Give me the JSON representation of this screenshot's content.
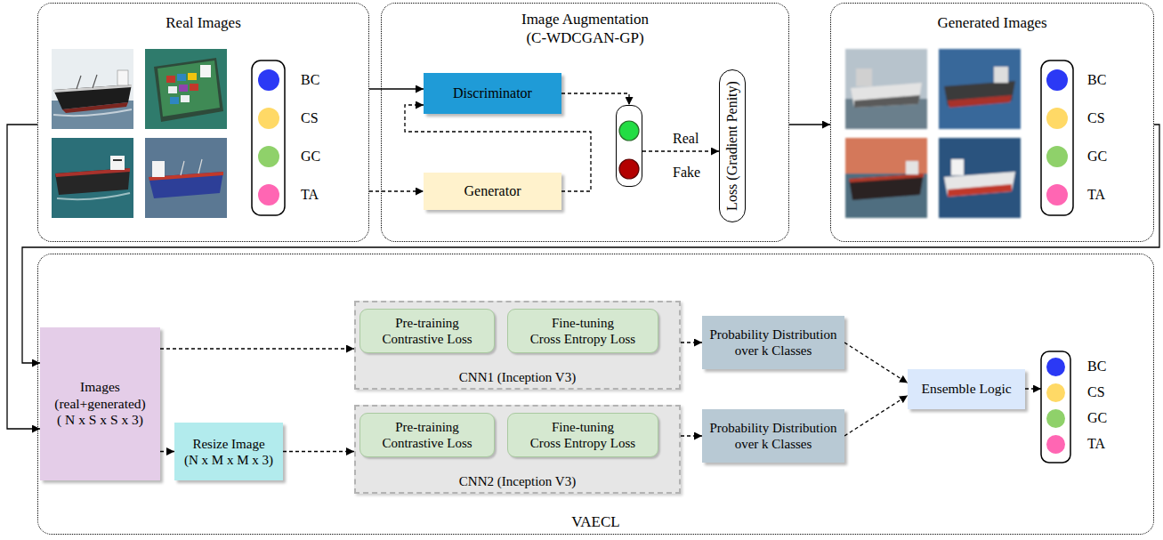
{
  "diagram": {
    "nodes": [
      {
        "text": [
          "Real Images"
        ]
      },
      {
        "text": [
          "Image Augmentation",
          "(C-WDCGAN-GP)"
        ]
      },
      {
        "text": [
          "Discriminator"
        ],
        "in": 1
      },
      {
        "text": [
          "Generator"
        ],
        "in": 1
      },
      {
        "text": [
          "Real",
          "Fake"
        ],
        "in": 1
      },
      {
        "text": [
          "Loss (Gradient Penity)"
        ],
        "in": 1
      },
      {
        "text": [
          "Generated Images"
        ]
      },
      {
        "text": [
          "VAECL"
        ]
      },
      {
        "text": [
          "Images",
          "(real+generated)",
          "( N x S x S x 3)"
        ],
        "in": 7
      },
      {
        "text": [
          "CNN1 (Inception V3)"
        ],
        "in": 7
      },
      {
        "text": [
          "Pre-training",
          "Contrastive Loss"
        ],
        "in": 9
      },
      {
        "text": [
          "Fine-tuning",
          "Cross Entropy Loss"
        ],
        "in": 9
      },
      {
        "text": [
          "Probability Distribution",
          "over k Classes"
        ],
        "in": 7
      },
      {
        "text": [
          "Ensemble Logic"
        ],
        "in": 7
      },
      {
        "text": [
          "Resize Image",
          "(N x M x M x 3)"
        ],
        "in": 7
      },
      {
        "text": [
          "CNN2 (Inception V3)"
        ],
        "in": 7
      },
      {
        "text": [
          "Pre-training",
          "Contrastive Loss"
        ],
        "in": 15
      },
      {
        "text": [
          "Fine-tuning",
          "Cross Entropy Loss"
        ],
        "in": 15
      },
      {
        "text": [
          "Probability Distribution",
          "over k Classes"
        ],
        "in": 7
      }
    ],
    "edges": [
      {
        "from": 0,
        "to": 2,
        "arrow": "to"
      },
      {
        "from": 0,
        "to": 3,
        "arrow": "to"
      },
      {
        "from": 3,
        "to": 2,
        "arrow": "to"
      },
      {
        "from": 2,
        "to": 4,
        "arrow": "to"
      },
      {
        "from": 4,
        "to": 5,
        "arrow": "to"
      },
      {
        "from": 1,
        "to": 6,
        "arrow": "to"
      },
      {
        "from": 0,
        "to": 8,
        "arrow": "to"
      },
      {
        "from": 6,
        "to": 8,
        "arrow": "to"
      },
      {
        "from": 8,
        "to": 9,
        "arrow": "to"
      },
      {
        "from": 8,
        "to": 14,
        "arrow": "to"
      },
      {
        "from": 14,
        "to": 15,
        "arrow": "to"
      },
      {
        "from": 9,
        "to": 12,
        "arrow": "to"
      },
      {
        "from": 15,
        "to": 18,
        "arrow": "to"
      },
      {
        "from": 12,
        "to": 13,
        "arrow": "to"
      },
      {
        "from": 18,
        "to": 13,
        "arrow": "to"
      }
    ],
    "legend": [
      {
        "text": "BC",
        "color": "#2b39f5"
      },
      {
        "text": "CS",
        "color": "#ffd966"
      },
      {
        "text": "GC",
        "color": "#8fd16a"
      },
      {
        "text": "TA",
        "color": "#ff66b3"
      },
      {
        "text": "BC",
        "color": "#2b39f5"
      },
      {
        "text": "CS",
        "color": "#ffd966"
      },
      {
        "text": "GC",
        "color": "#8fd16a"
      },
      {
        "text": "TA",
        "color": "#ff66b3"
      },
      {
        "text": "BC",
        "color": "#2b39f5"
      },
      {
        "text": "CS",
        "color": "#ffd966"
      },
      {
        "text": "GC",
        "color": "#8fd16a"
      },
      {
        "text": "TA",
        "color": "#ff66b3"
      }
    ]
  }
}
